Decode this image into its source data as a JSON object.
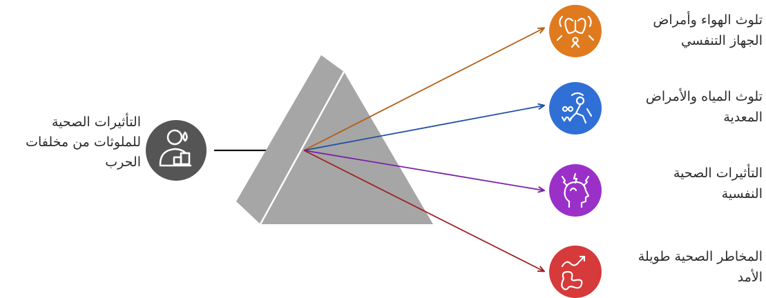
{
  "source": {
    "lines": [
      "التأثيرات الصحية",
      "للملوثات من مخلفات",
      "الحرب"
    ],
    "icon": "person-water-drop-icon",
    "color": "#555555"
  },
  "prism": {
    "color": "#a6a6a6"
  },
  "outputs": [
    {
      "lines": [
        "تلوث الهواء وأمراض",
        "الجهاز التنفسي"
      ],
      "icon": "lungs-icon",
      "color": "#e07a1f"
    },
    {
      "lines": [
        "تلوث المياه والأمراض",
        "المعدية"
      ],
      "icon": "person-water-icon",
      "color": "#2f6fd6"
    },
    {
      "lines": [
        "التأثيرات الصحية",
        "النفسية"
      ],
      "icon": "head-stress-icon",
      "color": "#9b30c9"
    },
    {
      "lines": [
        "المخاطر الصحية طويلة",
        "الأمد"
      ],
      "icon": "trend-chart-icon",
      "color": "#d63a3a"
    }
  ]
}
